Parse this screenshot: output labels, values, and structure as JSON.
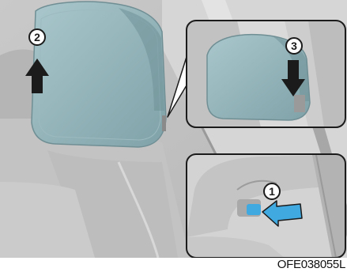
{
  "figure": {
    "callouts": {
      "step_1": "1",
      "step_2": "2",
      "step_3": "3"
    },
    "figure_code": "OFE038055L",
    "icons": [
      "arrow-up-icon",
      "arrow-down-icon",
      "arrow-right-icon"
    ],
    "colors": {
      "headrest_tint": "#8fb3b9",
      "arrow": "#1b1b1b",
      "button_blue": "#3fa9e0"
    }
  }
}
